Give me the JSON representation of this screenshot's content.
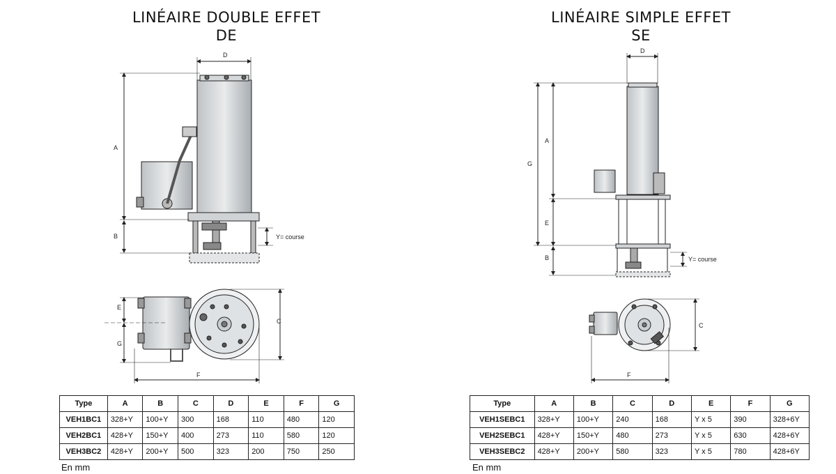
{
  "left": {
    "title_line1": "LINÉAIRE DOUBLE EFFET",
    "title_line2": "DE",
    "labels": {
      "D": "D",
      "A": "A",
      "B": "B",
      "E": "E",
      "G": "G",
      "C": "C",
      "F": "F",
      "Y": "Y= course"
    },
    "table": {
      "headers": [
        "Type",
        "A",
        "B",
        "C",
        "D",
        "E",
        "F",
        "G"
      ],
      "rows": [
        [
          "VEH1BC1",
          "328+Y",
          "100+Y",
          "300",
          "168",
          "110",
          "480",
          "120"
        ],
        [
          "VEH2BC1",
          "428+Y",
          "150+Y",
          "400",
          "273",
          "110",
          "580",
          "120"
        ],
        [
          "VEH3BC2",
          "428+Y",
          "200+Y",
          "500",
          "323",
          "200",
          "750",
          "250"
        ]
      ]
    },
    "unit_note": "En mm"
  },
  "right": {
    "title_line1": "LINÉAIRE SIMPLE EFFET",
    "title_line2": "SE",
    "labels": {
      "D": "D",
      "A": "A",
      "G": "G",
      "E": "E",
      "B": "B",
      "C": "C",
      "F": "F",
      "Y": "Y= course"
    },
    "table": {
      "headers": [
        "Type",
        "A",
        "B",
        "C",
        "D",
        "E",
        "F",
        "G"
      ],
      "rows": [
        [
          "VEH1SEBC1",
          "328+Y",
          "100+Y",
          "240",
          "168",
          "Y x 5",
          "390",
          "328+6Y"
        ],
        [
          "VEH2SEBC1",
          "428+Y",
          "150+Y",
          "480",
          "273",
          "Y x 5",
          "630",
          "428+6Y"
        ],
        [
          "VEH3SEBC2",
          "428+Y",
          "200+Y",
          "580",
          "323",
          "Y x 5",
          "780",
          "428+6Y"
        ]
      ]
    },
    "unit_note": "En mm"
  }
}
